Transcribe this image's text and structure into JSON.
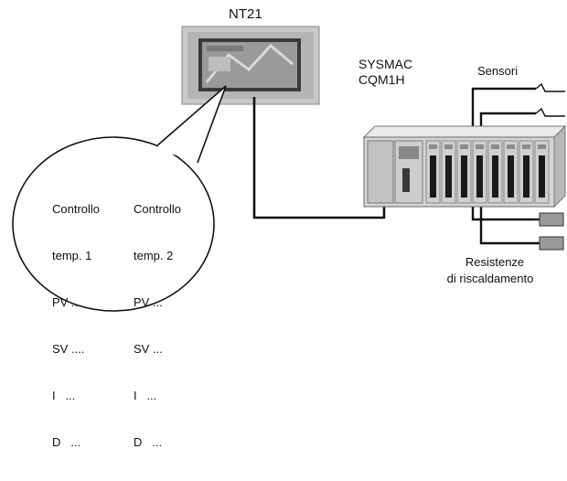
{
  "labels": {
    "hmi": "NT21",
    "plc_line1": "SYSMAC",
    "plc_line2": "CQM1H",
    "sensors": "Sensori",
    "heaters_line1": "Resistenze",
    "heaters_line2": "di riscaldamento"
  },
  "bubble": {
    "col1": [
      "Controllo",
      "temp. 1",
      "PV ...",
      "SV ....",
      "I   ...",
      "D   ..."
    ],
    "col2": [
      "Controllo",
      "temp. 2",
      "PV ...",
      "SV ...",
      "I   ...",
      "D   ..."
    ]
  },
  "colors": {
    "line": "#111111",
    "hmi_frame": "#c9c9c9",
    "plc_body": "#d4d4d4",
    "slot": "#1a1a1a"
  }
}
